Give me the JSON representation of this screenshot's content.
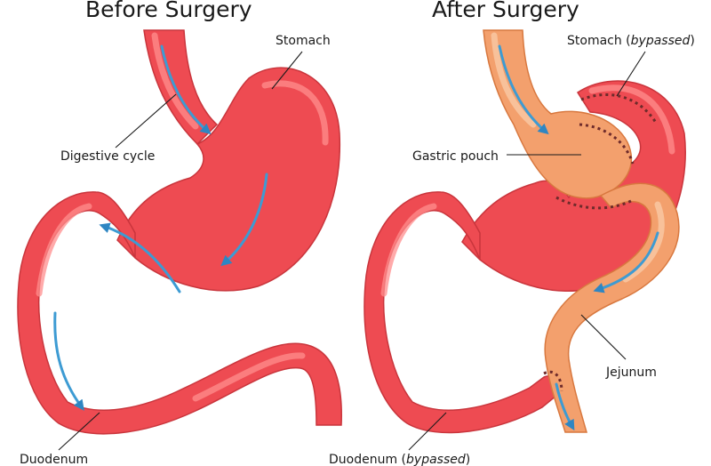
{
  "headings": {
    "before": "Before Surgery",
    "after": "After Surgery"
  },
  "labels": {
    "stomach": "Stomach",
    "digestive_cycle": "Digestive cycle",
    "duodenum": "Duodenum",
    "stomach_bypassed_prefix": "Stomach (",
    "stomach_bypassed_word": "bypassed",
    "stomach_bypassed_suffix": ")",
    "gastric_pouch": "Gastric pouch",
    "jejunum": "Jejunum",
    "duodenum_bypassed_prefix": "Duodenum (",
    "duodenum_bypassed_word": "bypassed",
    "duodenum_bypassed_suffix": ")"
  },
  "colors": {
    "organ_red": "#ee4b52",
    "organ_outline": "#c9353c",
    "bypass_orange": "#f3a06d",
    "bypass_outline": "#d8783f",
    "flow_arrow": "#3d9bd3",
    "staples": "#6e2b2b"
  }
}
